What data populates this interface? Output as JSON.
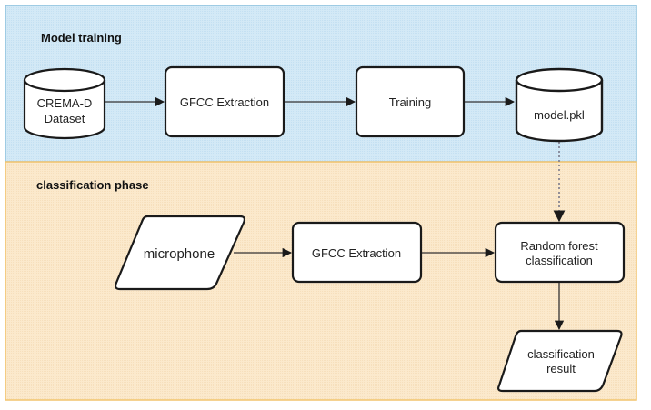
{
  "colors": {
    "training_panel_fill": "#d3e9f6",
    "training_panel_border": "#8fc3de",
    "classification_panel_fill": "#fbe9cc",
    "classification_panel_border": "#f2c46d",
    "node_fill": "#ffffff",
    "node_stroke": "#1a1a1a",
    "edge": "#333333",
    "dotted_edge": "#7a7a8c"
  },
  "panels": {
    "training": {
      "title": "Model training"
    },
    "classification": {
      "title": "classification phase"
    }
  },
  "nodes": {
    "crema_dataset": {
      "shape": "cylinder",
      "lines": [
        "CREMA-D",
        "Dataset"
      ]
    },
    "gfcc_training": {
      "shape": "rounded-rect",
      "lines": [
        "GFCC Extraction"
      ]
    },
    "training": {
      "shape": "rounded-rect",
      "lines": [
        "Training"
      ]
    },
    "model_pkl": {
      "shape": "cylinder",
      "lines": [
        "model.pkl"
      ]
    },
    "microphone": {
      "shape": "parallelogram",
      "lines": [
        "microphone"
      ]
    },
    "gfcc_classification": {
      "shape": "rounded-rect",
      "lines": [
        "GFCC Extraction"
      ]
    },
    "random_forest": {
      "shape": "rounded-rect",
      "lines": [
        "Random forest",
        "classification"
      ]
    },
    "classification_result": {
      "shape": "parallelogram",
      "lines": [
        "classification",
        "result"
      ]
    }
  },
  "edges": [
    {
      "from": "crema_dataset",
      "to": "gfcc_training",
      "style": "solid"
    },
    {
      "from": "gfcc_training",
      "to": "training",
      "style": "solid"
    },
    {
      "from": "training",
      "to": "model_pkl",
      "style": "solid"
    },
    {
      "from": "model_pkl",
      "to": "random_forest",
      "style": "dotted"
    },
    {
      "from": "microphone",
      "to": "gfcc_classification",
      "style": "solid"
    },
    {
      "from": "gfcc_classification",
      "to": "random_forest",
      "style": "solid"
    },
    {
      "from": "random_forest",
      "to": "classification_result",
      "style": "solid"
    }
  ]
}
